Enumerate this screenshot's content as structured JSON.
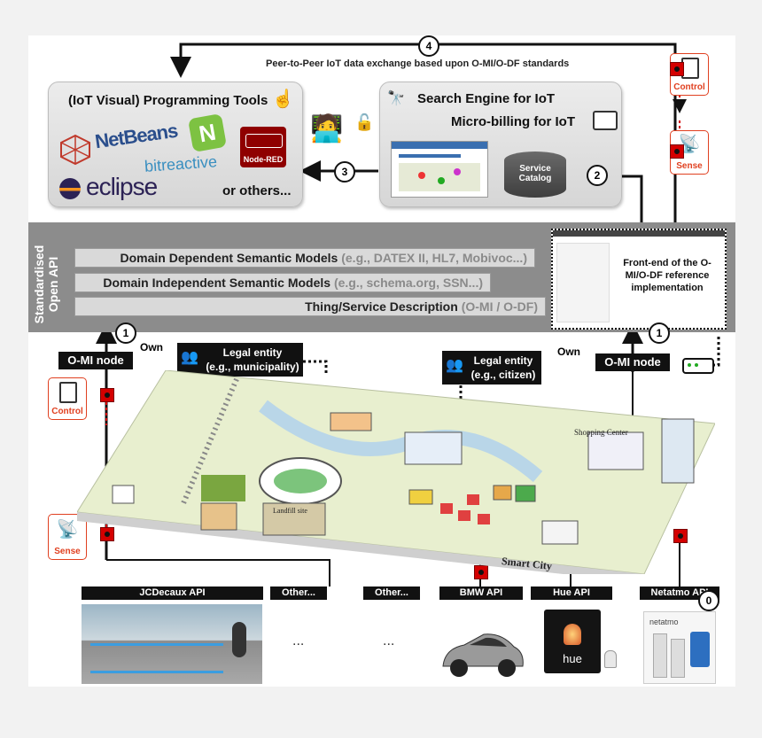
{
  "top_arrow_text": "Peer-to-Peer IoT data exchange based upon O-MI/O-DF standards",
  "steps": {
    "s0": "0",
    "s1a": "1",
    "s1b": "1",
    "s2": "2",
    "s3": "3",
    "s4": "4"
  },
  "programming": {
    "title": "(IoT Visual) Programming Tools",
    "netbeans": "NetBeans",
    "bitreactive": "bitreactive",
    "nodered": "Node-RED",
    "eclipse": "eclipse",
    "others": "or others..."
  },
  "search": {
    "title": "Search Engine for IoT",
    "billing": "Micro-billing for IoT",
    "catalog": "Service Catalog"
  },
  "api_band": {
    "side_label": "Standardised Open API",
    "layer1": "Domain Dependent Semantic Models",
    "layer1_eg": "(e.g., DATEX II, HL7, Mobivoc...)",
    "layer2": "Domain Independent Semantic Models",
    "layer2_eg": "(e.g., schema.org, SSN...)",
    "layer3": "Thing/Service Description",
    "layer3_eg": "(O-MI / O-DF)",
    "frontend": "Front-end of the O-MI/O-DF reference implementation"
  },
  "nodes": {
    "left": "O-MI node",
    "right": "O-MI node"
  },
  "own": {
    "left": "Own",
    "right": "Own"
  },
  "entities": {
    "municipality": [
      "Legal entity",
      "(e.g., municipality)"
    ],
    "citizen": [
      "Legal entity",
      "(e.g., citizen)"
    ]
  },
  "badges": {
    "control_top": "Control",
    "sense_top": "Sense",
    "control_left": "Control",
    "sense_left": "Sense"
  },
  "city": {
    "shopping": "Shopping Center",
    "smart_city": "Smart City",
    "landfill": "Landfill site"
  },
  "apis": [
    "JCDecaux API",
    "Other...",
    "Other...",
    "BMW API",
    "Hue API",
    "Netatmo API"
  ],
  "ellipsis": [
    "...",
    "..."
  ],
  "products": {
    "hue": "hue",
    "netatmo": "netatmo"
  },
  "colors": {
    "band": "#8c8c8c",
    "red": "#d40000",
    "badge": "#e04020"
  }
}
